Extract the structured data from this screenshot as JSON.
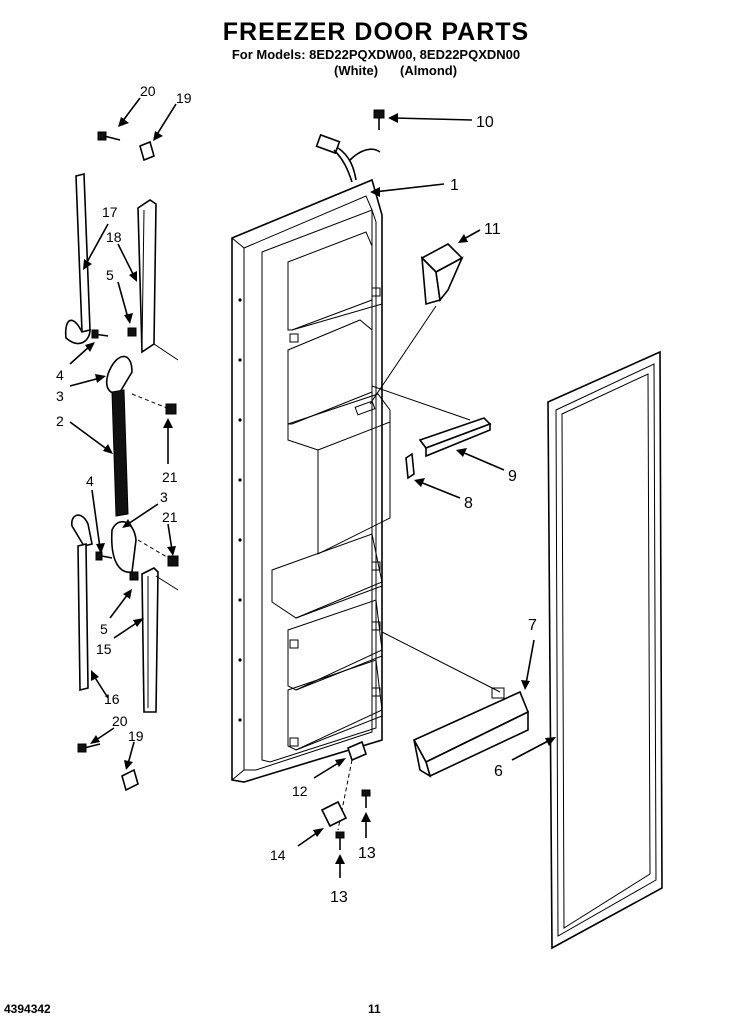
{
  "header": {
    "title": "FREEZER DOOR PARTS",
    "models": "For Models: 8ED22PQXDW00, 8ED22PQXDN00",
    "color_white": "(White)",
    "color_almond": "(Almond)"
  },
  "footer": {
    "doc_number": "4394342",
    "page_number": "11"
  },
  "callouts": {
    "c1": "1",
    "c2": "2",
    "c3a": "3",
    "c3b": "3",
    "c4a": "4",
    "c4b": "4",
    "c5a": "5",
    "c5b": "5",
    "c6": "6",
    "c7": "7",
    "c8": "8",
    "c9": "9",
    "c10": "10",
    "c11": "11",
    "c12": "12",
    "c13a": "13",
    "c13b": "13",
    "c14": "14",
    "c15": "15",
    "c16": "16",
    "c17": "17",
    "c18": "18",
    "c19a": "19",
    "c19b": "19",
    "c20a": "20",
    "c20b": "20",
    "c21a": "21",
    "c21b": "21"
  }
}
